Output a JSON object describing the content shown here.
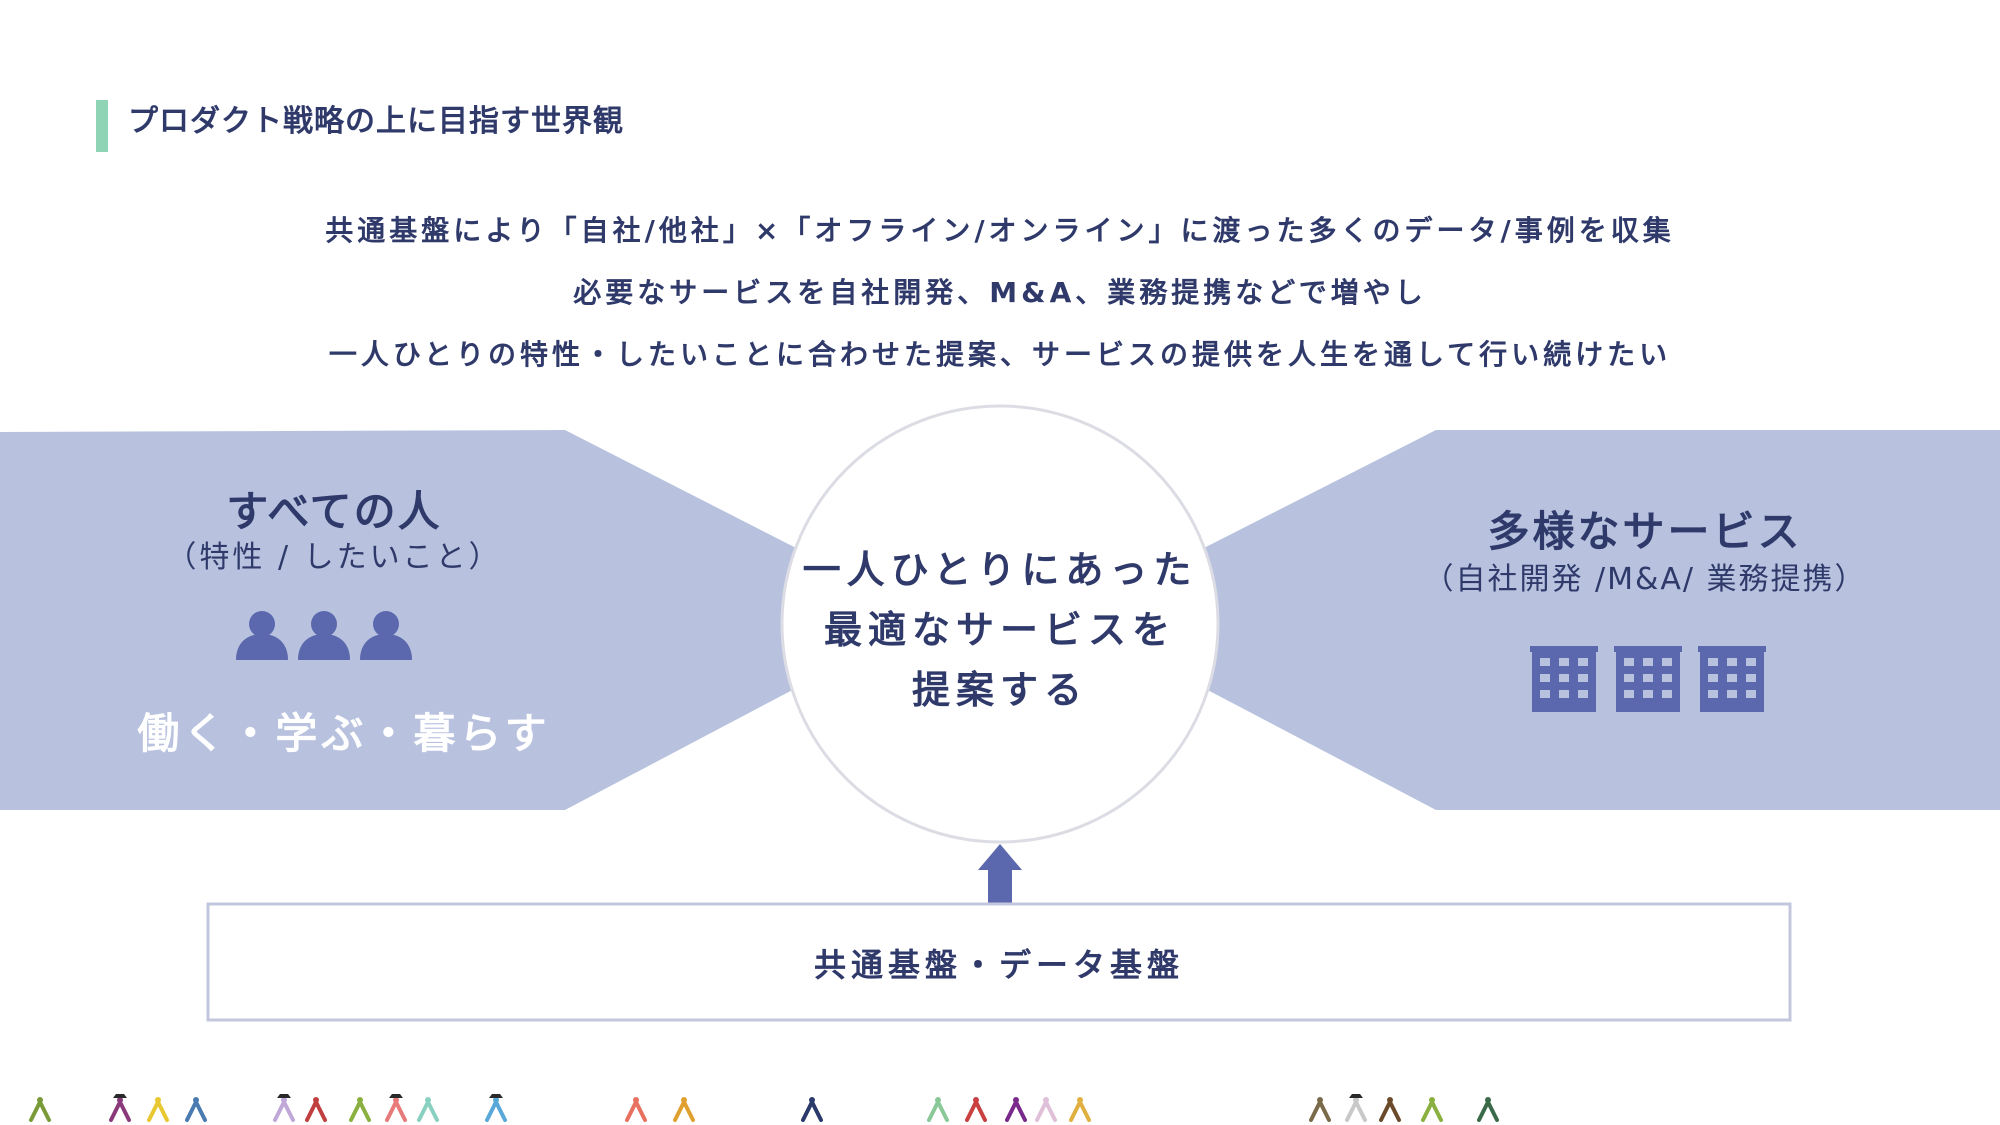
{
  "slide": {
    "title": "プロダクト戦略の上に目指す世界観",
    "accent_color": "#8fd4b4",
    "text_color": "#2f3a6b"
  },
  "intro": {
    "lines": [
      "共通基盤により「自社/他社」×「オフライン/オンライン」に渡った多くのデータ/事例を収集",
      "必要なサービスを自社開発、M&A、業務提携などで増やし",
      "一人ひとりの特性・したいことに合わせた提案、サービスの提供を人生を通して行い続けたい"
    ]
  },
  "left_panel": {
    "title": "すべての人",
    "subtitle": "（特性 / したいこと）",
    "icon": "people-icon",
    "tagline": "働く・学ぶ・暮らす",
    "fill_color": "#b8c2df",
    "icon_color": "#5b68ad"
  },
  "center": {
    "lines": [
      "一人ひとりにあった",
      "最適なサービスを",
      "提案する"
    ]
  },
  "right_panel": {
    "title": "多様なサービス",
    "subtitle": "（自社開発 /M&A/ 業務提携）",
    "icon": "building-icon",
    "fill_color": "#b8c2df",
    "icon_color": "#5b68ad"
  },
  "base": {
    "label": "共通基盤・データ基盤",
    "arrow_icon": "up-arrow-icon",
    "border_color": "#c3c7de"
  },
  "walkers": {
    "icon": "walking-person-icon",
    "colors": [
      "#7a9a3a",
      "#8a3a7a",
      "#e8c830",
      "#4a7ab0",
      "#c0a8d8",
      "#c04040",
      "#8ab040",
      "#e87a7a",
      "#8ad0c0",
      "#5aa8d8",
      "#e87060",
      "#e0a030",
      "#2a3a6a",
      "#8ac898",
      "#c84040",
      "#7a2a8a",
      "#e0c0d8",
      "#e0b040",
      "#7a6a4a",
      "#c8c8c8",
      "#6a4a2a",
      "#8ab040",
      "#3a6a4a"
    ]
  }
}
